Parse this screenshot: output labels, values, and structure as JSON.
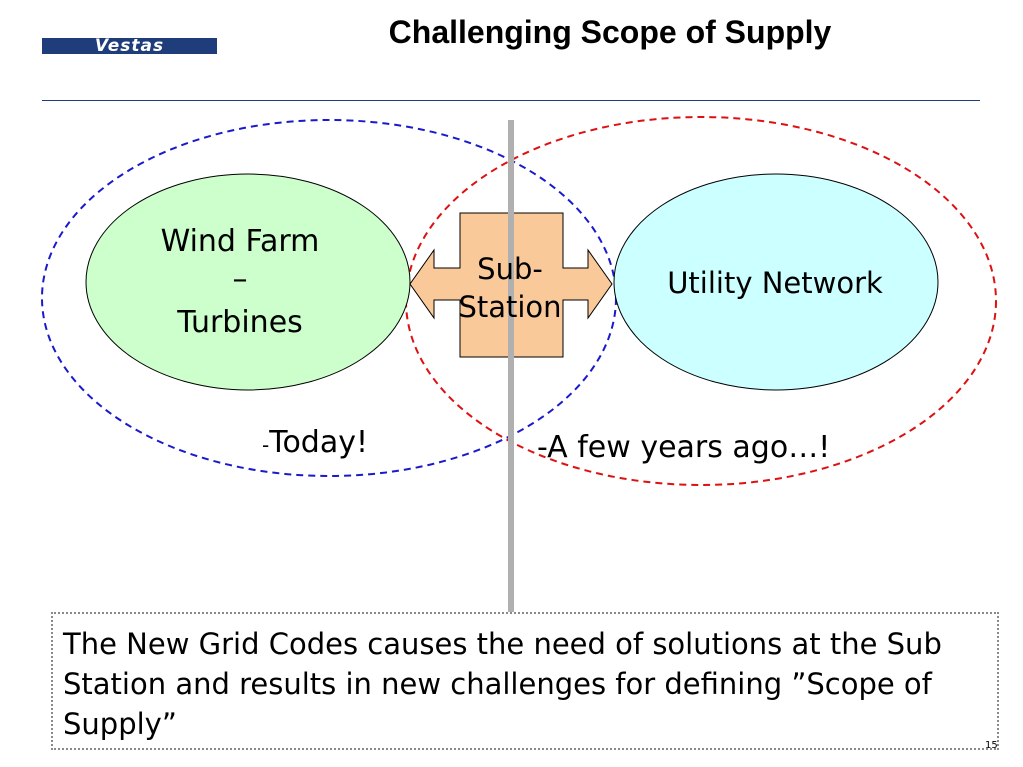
{
  "header": {
    "logo_text": "Vestas",
    "title": "Challenging Scope of Supply"
  },
  "diagram": {
    "wind_farm": {
      "line1": "Wind Farm",
      "line2": "–",
      "line3": "Turbines"
    },
    "utility_network": "Utility Network",
    "sub_station": {
      "line1": "Sub-",
      "line2": "Station"
    },
    "today_label": {
      "dash": "-",
      "text": "Today!"
    },
    "years_ago_label": "-A few years ago…!",
    "colors": {
      "wind_farm_fill": "#ccffcc",
      "utility_fill": "#ccffff",
      "substation_fill": "#f9c99a",
      "today_boundary": "#1a1acc",
      "years_ago_boundary": "#dd1111",
      "divider": "#b0b0b0"
    }
  },
  "note": "The New Grid Codes causes the need of solutions at the Sub Station and results in new challenges for defining ”Scope of Supply”",
  "page_number": "15"
}
